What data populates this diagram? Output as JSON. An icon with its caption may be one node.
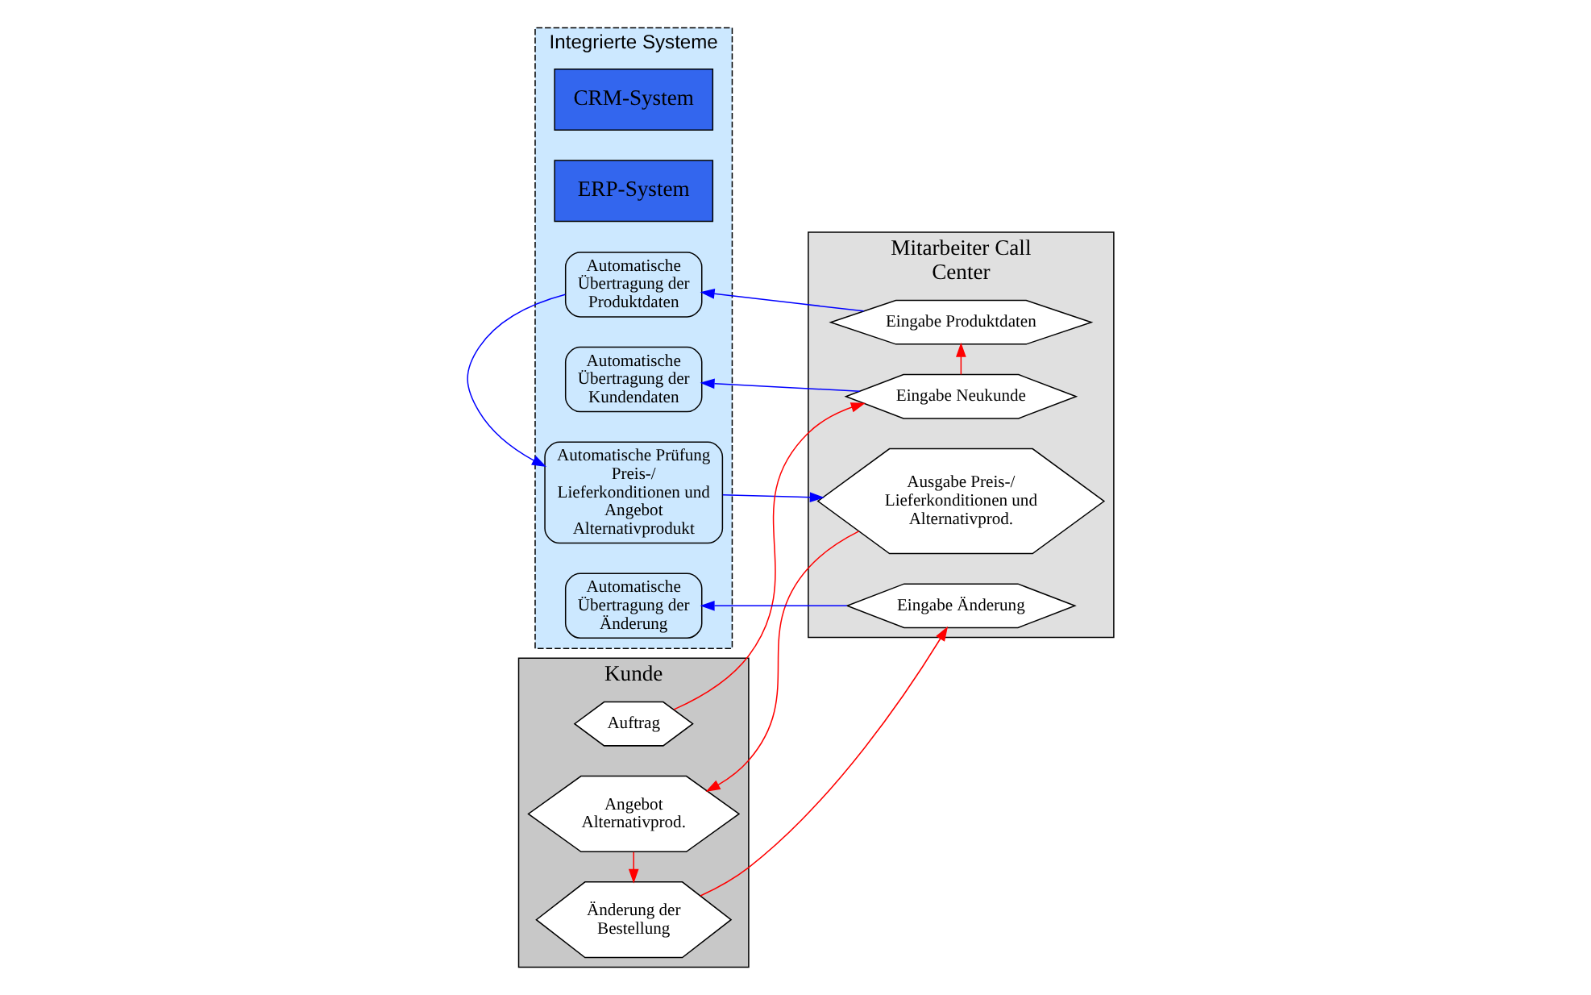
{
  "diagram": {
    "nodes": [
      {
        "text": [
          "Integrierte Systeme"
        ]
      },
      {
        "text": [
          "Kunde"
        ]
      },
      {
        "text": [
          "Mitarbeiter Call Center"
        ]
      },
      {
        "text": [
          "CRM-System"
        ],
        "in": 0
      },
      {
        "text": [
          "ERP-System"
        ],
        "in": 0
      },
      {
        "text": [
          "Auftrag"
        ],
        "in": 1
      },
      {
        "text": [
          "Eingabe Neukunde"
        ],
        "in": 2
      },
      {
        "text": [
          "Automatische Übertragung der Kundendaten"
        ],
        "in": 0
      },
      {
        "text": [
          "Eingabe Produktdaten"
        ],
        "in": 2
      },
      {
        "text": [
          "Automatische Übertragung der Produktdaten"
        ],
        "in": 0
      },
      {
        "text": [
          "Angebot Alternativprod."
        ],
        "in": 1
      },
      {
        "text": [
          "Ausgabe Preis-/ Lieferkonditionen und Alternativprod."
        ],
        "in": 2
      },
      {
        "text": [
          "Automatische Prüfung Preis-/ Lieferkonditionen und Angebot Alternativprodukt"
        ],
        "in": 0
      },
      {
        "text": [
          "Änderung der Bestellung"
        ],
        "in": 1
      },
      {
        "text": [
          "Eingabe Änderung"
        ],
        "in": 2
      },
      {
        "text": [
          "Automatische Übertragung der Änderung"
        ],
        "in": 0
      }
    ],
    "edges": [
      {
        "from": 5,
        "to": 6,
        "arrow": "to",
        "color": "#ff0000"
      },
      {
        "from": 6,
        "to": 7,
        "arrow": "to",
        "color": "#0000ff"
      },
      {
        "from": 6,
        "to": 8,
        "arrow": "to",
        "color": "#ff0000"
      },
      {
        "from": 8,
        "to": 9,
        "arrow": "to",
        "color": "#0000ff"
      },
      {
        "from": 9,
        "to": 12,
        "arrow": "to",
        "color": "#0000ff"
      },
      {
        "from": 12,
        "to": 11,
        "arrow": "to",
        "color": "#0000ff"
      },
      {
        "from": 11,
        "to": 10,
        "arrow": "to",
        "color": "#ff0000"
      },
      {
        "from": 10,
        "to": 13,
        "arrow": "to",
        "color": "#ff0000"
      },
      {
        "from": 13,
        "to": 14,
        "arrow": "to",
        "color": "#ff0000"
      },
      {
        "from": 14,
        "to": 15,
        "arrow": "to",
        "color": "#0000ff"
      }
    ]
  }
}
